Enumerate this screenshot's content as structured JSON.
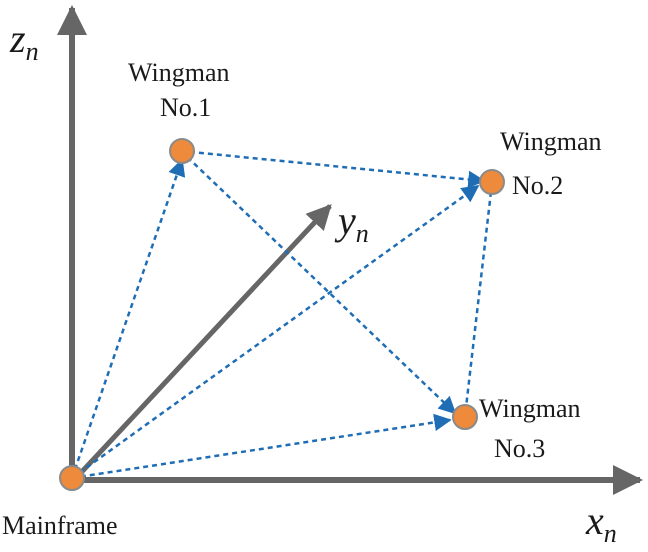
{
  "axes": {
    "z": {
      "symbol": "z",
      "subscript": "n"
    },
    "y": {
      "symbol": "y",
      "subscript": "n"
    },
    "x": {
      "symbol": "x",
      "subscript": "n"
    }
  },
  "nodes": {
    "mainframe": {
      "label": "Mainframe"
    },
    "wingman1": {
      "line1": "Wingman",
      "line2": "No.1"
    },
    "wingman2": {
      "line1": "Wingman",
      "line2": "No.2"
    },
    "wingman3": {
      "line1": "Wingman",
      "line2": "No.3"
    }
  },
  "colors": {
    "axis": "#666666",
    "link": "#1f6db5",
    "node_fill": "#ed8a3b",
    "node_stroke": "#8a8a8a"
  }
}
